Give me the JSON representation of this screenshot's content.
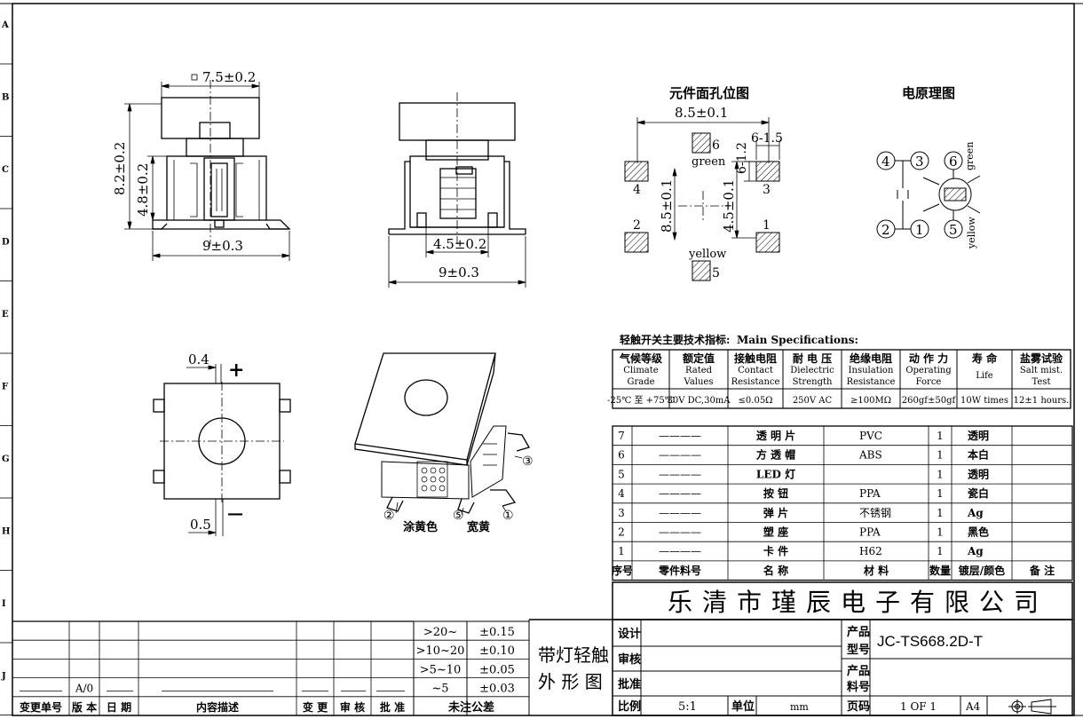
{
  "frame": {
    "row_labels": [
      "A",
      "B",
      "C",
      "D",
      "E",
      "F",
      "G",
      "H",
      "I",
      "J"
    ]
  },
  "views": {
    "side": {
      "width_top": "7.5±0.2",
      "height_total": "8.2±0.2",
      "height_body": "4.8±0.2",
      "width_bottom": "9±0.3"
    },
    "front": {
      "inner_width": "4.5±0.2",
      "width": "9±0.3"
    },
    "top": {
      "dim_top": "0.4",
      "dim_bottom": "0.5",
      "plus": "+",
      "minus": "—"
    },
    "iso": {
      "n3": "③",
      "n2": "②",
      "n5": "⑤",
      "n1": "①",
      "label_left": "涂黄色",
      "label_right": "宽黄"
    }
  },
  "pcb": {
    "title": "元件面孔位图",
    "dim_top": "8.5±0.1",
    "dim_left": "8.5±0.1",
    "dim_mid": "4.5±0.1",
    "dim_pad_h": "6-1.5",
    "dim_pad_v": "6-1.2",
    "pins": {
      "p6": "6",
      "green": "green",
      "p4": "4",
      "p3": "3",
      "p2": "2",
      "p1": "1",
      "yellow": "yellow",
      "p5": "5"
    }
  },
  "schematic": {
    "title": "电原理图",
    "n4": "4",
    "n3": "3",
    "n6": "6",
    "n2": "2",
    "n1": "1",
    "n5": "5",
    "green": "green",
    "yellow": "yellow"
  },
  "specs": {
    "heading": "轻触开关主要技术指标:",
    "heading_en": "Main Specifications:",
    "columns": [
      {
        "cn": "气候等级",
        "en1": "Climate",
        "en2": "Grade",
        "val": "-25℃ 至 +75℃"
      },
      {
        "cn": "额定值",
        "en1": "Rated",
        "en2": "Values",
        "val": "30V DC,30mA"
      },
      {
        "cn": "接触电阻",
        "en1": "Contact",
        "en2": "Resistance",
        "val": "≤0.05Ω"
      },
      {
        "cn": "耐 电 压",
        "en1": "Dielectric",
        "en2": "Strength",
        "val": "250V AC"
      },
      {
        "cn": "绝缘电阻",
        "en1": "Insulation",
        "en2": "Resistance",
        "val": "≥100MΩ"
      },
      {
        "cn": "动 作 力",
        "en1": "Operating",
        "en2": "Force",
        "val": "260gf±50gf"
      },
      {
        "cn": "寿  命",
        "en1": "Life",
        "en2": "",
        "val": "10W times"
      },
      {
        "cn": "盐雾试验",
        "en1": "Salt mist.",
        "en2": "Test",
        "val": "12±1 hours."
      }
    ]
  },
  "bom": {
    "headers": [
      "序号",
      "零件料号",
      "名  称",
      "材  料",
      "数量",
      "镀层/颜色",
      "备  注"
    ],
    "rows": [
      {
        "no": "7",
        "part": "————",
        "name": "透 明 片",
        "material": "PVC",
        "qty": "1",
        "finish": "透明"
      },
      {
        "no": "6",
        "part": "————",
        "name": "方 透 帽",
        "material": "ABS",
        "qty": "1",
        "finish": "本白"
      },
      {
        "no": "5",
        "part": "————",
        "name": "LED  灯",
        "material": "",
        "qty": "1",
        "finish": "透明"
      },
      {
        "no": "4",
        "part": "————",
        "name": "按  钮",
        "material": "PPA",
        "qty": "1",
        "finish": "瓷白"
      },
      {
        "no": "3",
        "part": "————",
        "name": "弹  片",
        "material": "不锈钢",
        "qty": "1",
        "finish": "Ag"
      },
      {
        "no": "2",
        "part": "————",
        "name": "塑  座",
        "material": "PPA",
        "qty": "1",
        "finish": "黑色"
      },
      {
        "no": "1",
        "part": "————",
        "name": "卡  件",
        "material": "H62",
        "qty": "1",
        "finish": "Ag"
      }
    ]
  },
  "title_block": {
    "company": "乐清市瑾辰电子有限公司",
    "design": "设计",
    "review": "审核",
    "approve": "批准",
    "product_model_label_1": "产品",
    "product_model_label_2": "型号",
    "product_model": "JC-TS668.2D-T",
    "product_part_label_1": "产品",
    "product_part_label_2": "料号",
    "drawing_name_1": "带灯轻触",
    "drawing_name_2": "外 形 图",
    "scale_label": "比例",
    "scale": "5:1",
    "unit_label": "单位",
    "unit": "mm",
    "page_label": "页码",
    "page": "1 OF 1",
    "size": "A4"
  },
  "tolerance": [
    {
      "range": ">20~",
      "tol": "±0.15"
    },
    {
      "range": ">10~20",
      "tol": "±0.10"
    },
    {
      "range": ">5~10",
      "tol": "±0.05"
    },
    {
      "range": "~5",
      "tol": "±0.03"
    }
  ],
  "tolerance_footer": "未注公差",
  "revision": {
    "version": "A/0",
    "headers": [
      "变更单号",
      "版 本",
      "日 期",
      "内容描述",
      "变 更",
      "审 核",
      "批 准"
    ]
  }
}
